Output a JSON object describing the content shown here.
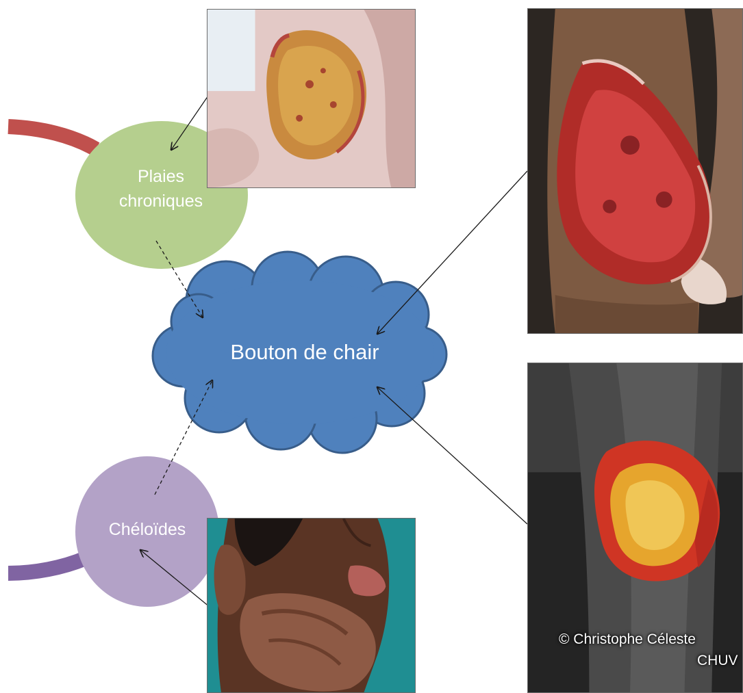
{
  "nodes": {
    "plaies": {
      "label_line1": "Plaies",
      "label_line2": "chroniques",
      "color": "#b5cf8e"
    },
    "cheloides": {
      "label": "Chéloïdes",
      "color": "#b3a2c7"
    },
    "bouton": {
      "label": "Bouton de chair",
      "fill": "#4f81bd",
      "stroke": "#385d8a"
    }
  },
  "arcs": {
    "top_color": "#c0504d",
    "bottom_color": "#8064a2"
  },
  "photos": {
    "horse_bottom_credit_line1": "© Christophe Céleste",
    "horse_bottom_credit_line2": "CHUV"
  },
  "arrows": {
    "solid_color": "#1a1a1a",
    "dashed_color": "#1a1a1a"
  }
}
